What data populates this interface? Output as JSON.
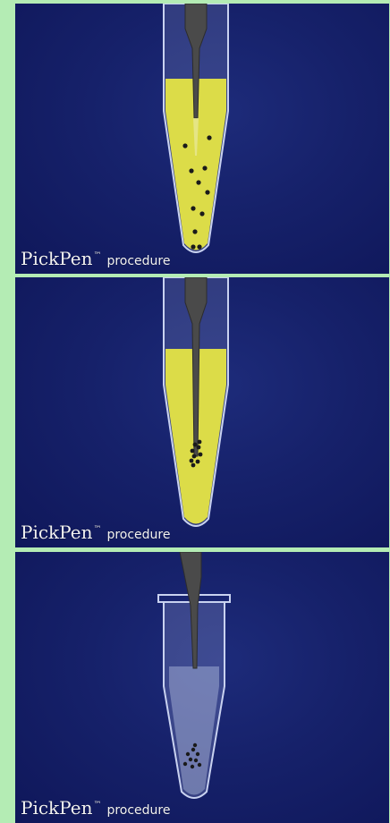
{
  "frames": [
    {
      "brand": "PickPen",
      "trademark": "™",
      "label": "procedure"
    },
    {
      "brand": "PickPen",
      "trademark": "™",
      "label": "procedure"
    },
    {
      "brand": "PickPen",
      "trademark": "™",
      "label": "procedure"
    }
  ],
  "colors": {
    "page_background": "#b4ecb4",
    "scene_background": "#16216a",
    "liquid": "#dcdc48",
    "tube_glass": "#c9d2f0",
    "pipette": "#4a4a4a"
  },
  "icons": {
    "tube": "test-tube-icon",
    "pipette": "pickpen-tip-icon",
    "beads": "magnetic-bead-icon"
  }
}
